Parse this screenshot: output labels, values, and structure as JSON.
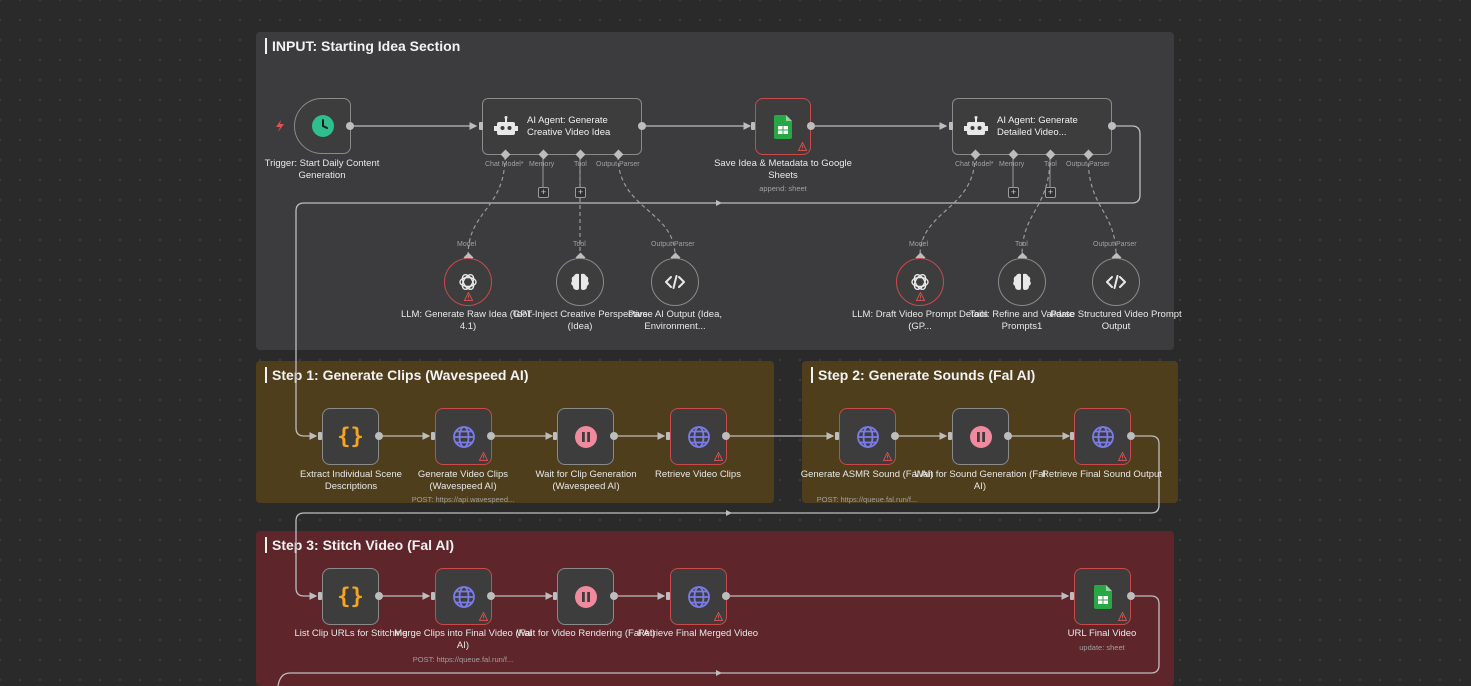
{
  "sections": {
    "input": {
      "title": "INPUT: Starting Idea Section",
      "color": "#3c3c3e"
    },
    "step1": {
      "title": "Step 1: Generate Clips (Wavespeed AI)",
      "color": "#4f3e1c"
    },
    "step2": {
      "title": "Step 2: Generate Sounds (Fal AI)",
      "color": "#4f3e1c"
    },
    "step3": {
      "title": "Step 3: Stitch Video (Fal AI)",
      "color": "#5e252b"
    }
  },
  "nodes": {
    "trigger": {
      "label": "Trigger: Start Daily Content Generation",
      "icon": "clock-icon"
    },
    "agent1": {
      "label": "AI Agent: Generate Creative Video Idea",
      "icon": "robot-icon",
      "ports": [
        "Chat Model*",
        "Memory",
        "Tool",
        "Output Parser"
      ]
    },
    "sheets1": {
      "label": "Save Idea & Metadata to Google Sheets",
      "sub": "append: sheet",
      "icon": "google-sheets-icon"
    },
    "agent2": {
      "label": "AI Agent: Generate Detailed Video...",
      "icon": "robot-icon",
      "ports": [
        "Chat Model*",
        "Memory",
        "Tool",
        "Output Parser"
      ]
    },
    "llm1": {
      "label": "LLM: Generate Raw Idea (GPT-4.1)",
      "port": "Model",
      "icon": "openai-icon"
    },
    "tool1": {
      "label": "Tool: Inject Creative Perspective (Idea)",
      "port": "Tool",
      "icon": "brain-icon"
    },
    "parser1": {
      "label": "Parse AI Output (Idea, Environment...",
      "port": "Output Parser",
      "icon": "code-icon"
    },
    "llm2": {
      "label": "LLM: Draft Video Prompt Details (GP...",
      "port": "Model",
      "icon": "openai-icon"
    },
    "tool2": {
      "label": "Tool: Refine and Validate Prompts1",
      "port": "Tool",
      "icon": "brain-icon"
    },
    "parser2": {
      "label": "Parse Structured Video Prompt Output",
      "port": "Output Parser",
      "icon": "code-icon"
    },
    "extract": {
      "label": "Extract Individual Scene Descriptions",
      "icon": "code-braces-icon"
    },
    "genclips": {
      "label": "Generate Video Clips (Wavespeed AI)",
      "sub": "POST: https://api.wavespeed...",
      "icon": "globe-icon"
    },
    "waitclip": {
      "label": "Wait for Clip Generation (Wavespeed AI)",
      "icon": "pause-icon"
    },
    "retclips": {
      "label": "Retrieve Video Clips",
      "icon": "globe-icon"
    },
    "asmr": {
      "label": "Generate ASMR Sound (Fal AI)",
      "sub": "POST: https://queue.fal.run/f...",
      "icon": "globe-icon"
    },
    "waitsound": {
      "label": "Wait for Sound Generation (Fal AI)",
      "icon": "pause-icon"
    },
    "retsound": {
      "label": "Retrieve Final Sound Output",
      "icon": "globe-icon"
    },
    "listurls": {
      "label": "List Clip URLs for Stitching",
      "icon": "code-braces-icon"
    },
    "merge": {
      "label": "Merge Clips into Final Video (Fal AI)",
      "sub": "POST: https://queue.fal.run/f...",
      "icon": "globe-icon"
    },
    "waitrender": {
      "label": "Wait for Video Rendering (Fal AI)",
      "icon": "pause-icon"
    },
    "retmerged": {
      "label": "Retrieve Final Merged Video",
      "icon": "globe-icon"
    },
    "urlfinal": {
      "label": "URL Final Video",
      "sub": "update: sheet",
      "icon": "google-sheets-icon"
    }
  },
  "colors": {
    "accent_green": "#2fbf8f",
    "globe": "#7b7be8",
    "pause": "#f08a9e",
    "braces": "#f5a524",
    "sheets": "#27a844",
    "warning": "#e05252"
  }
}
